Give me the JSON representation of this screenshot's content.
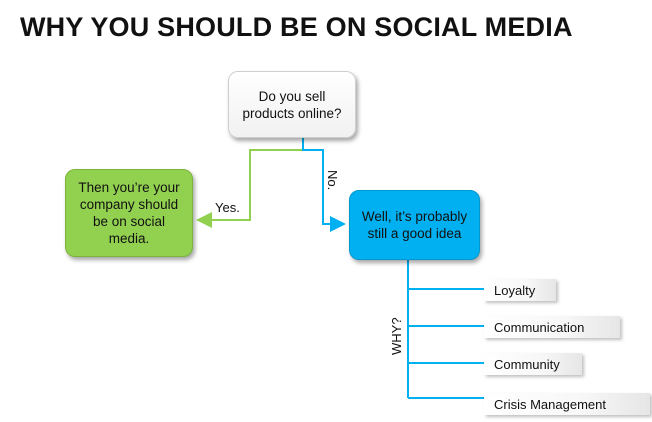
{
  "title": "WHY YOU SHOULD BE ON SOCIAL MEDIA",
  "question": "Do you sell products online?",
  "yes_label": "Yes.",
  "no_label": "No.",
  "yes_answer": "Then you’re your company should be on social media.",
  "no_answer": "Well, it’s probably still a good idea",
  "why_label": "WHY?",
  "reasons": [
    "Loyalty",
    "Communication",
    "Community",
    "Crisis Management"
  ],
  "colors": {
    "yes": "#92d050",
    "no": "#00b0f0",
    "yes_line": "#92d050",
    "no_line": "#00b0f0"
  }
}
